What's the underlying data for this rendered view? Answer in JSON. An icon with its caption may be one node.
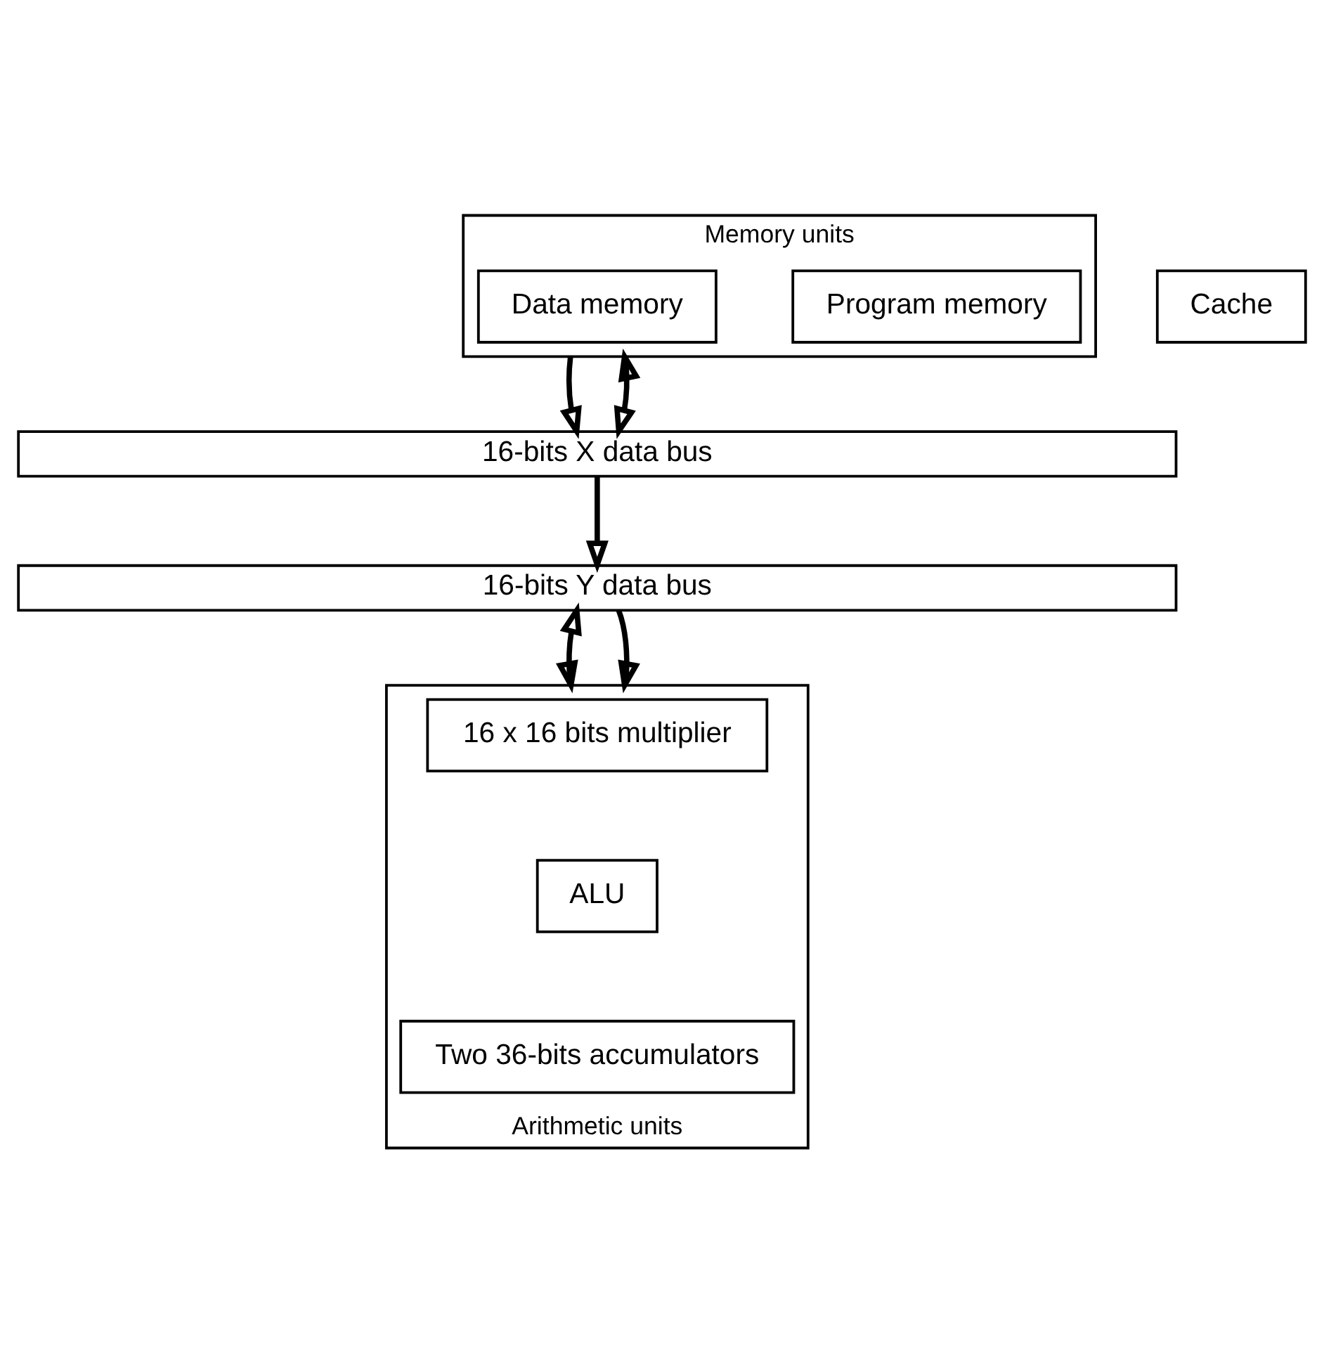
{
  "diagram": {
    "nodes": [
      {
        "text": [
          "Memory units"
        ]
      },
      {
        "text": [
          "Program memory"
        ],
        "in": 0
      },
      {
        "text": [
          "Data memory"
        ],
        "in": 0
      },
      {
        "text": [
          "Cache"
        ]
      },
      {
        "text": [
          "16-bits X data bus"
        ]
      },
      {
        "text": [
          "16-bits Y data bus"
        ]
      },
      {
        "text": [
          "Arithmetic units"
        ]
      },
      {
        "text": [
          "16 x 16 bits multiplier"
        ],
        "in": 6
      },
      {
        "text": [
          "ALU"
        ],
        "in": 6
      },
      {
        "text": [
          "Two 36-bits accumulators"
        ],
        "in": 6
      }
    ],
    "edges": [
      {
        "from": 0,
        "to": 4,
        "arrow": "to"
      },
      {
        "from": 4,
        "to": 0,
        "arrow": "both"
      },
      {
        "from": 4,
        "to": 5,
        "arrow": "to"
      },
      {
        "from": 5,
        "to": 6,
        "arrow": "both"
      },
      {
        "from": 5,
        "to": 6,
        "arrow": "to"
      }
    ]
  }
}
